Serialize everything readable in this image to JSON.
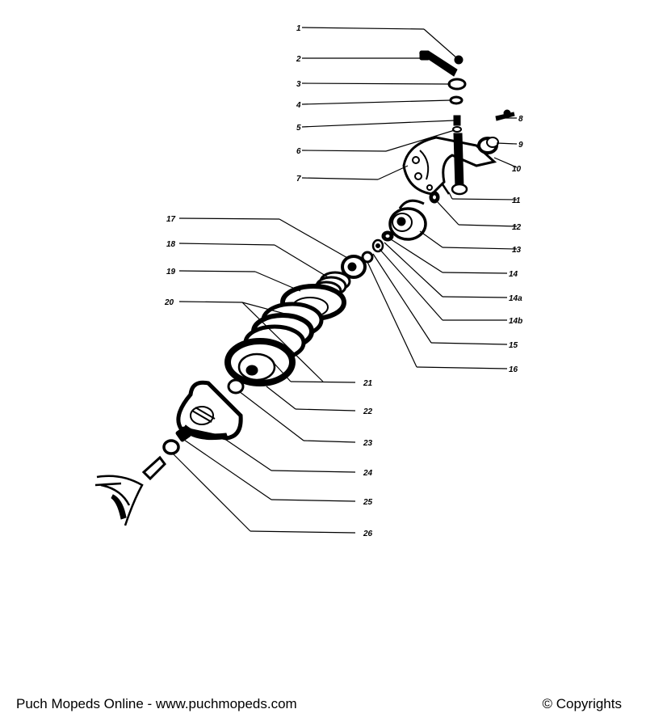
{
  "footer": {
    "site": "Puch Mopeds Online - www.puchmopeds.com",
    "copyright": "© Copyrights"
  },
  "callouts": [
    "1",
    "2",
    "3",
    "4",
    "5",
    "6",
    "7",
    "8",
    "9",
    "10",
    "11",
    "12",
    "13",
    "14",
    "14a",
    "14b",
    "15",
    "16",
    "17",
    "18",
    "19",
    "20",
    "21",
    "22",
    "23",
    "24",
    "25",
    "26"
  ]
}
